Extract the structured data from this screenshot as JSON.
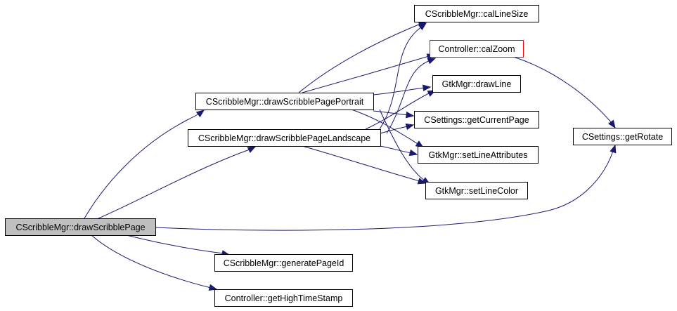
{
  "diagram": {
    "type": "call-graph",
    "colors": {
      "edge": "#191970",
      "root_fill": "#bfbfbf",
      "highlight_border": "#ff0000"
    },
    "nodes": [
      {
        "id": "drawScribblePage",
        "label": "CScribbleMgr::drawScribblePage",
        "style": "root"
      },
      {
        "id": "drawScribblePagePortrait",
        "label": "CScribbleMgr::drawScribblePagePortrait",
        "style": "normal"
      },
      {
        "id": "drawScribblePageLandscape",
        "label": "CScribbleMgr::drawScribblePageLandscape",
        "style": "normal"
      },
      {
        "id": "calLineSize",
        "label": "CScribbleMgr::calLineSize",
        "style": "normal"
      },
      {
        "id": "calZoom",
        "label": "Controller::calZoom",
        "style": "red"
      },
      {
        "id": "drawLine",
        "label": "GtkMgr::drawLine",
        "style": "normal"
      },
      {
        "id": "getCurrentPage",
        "label": "CSettings::getCurrentPage",
        "style": "normal"
      },
      {
        "id": "setLineAttributes",
        "label": "GtkMgr::setLineAttributes",
        "style": "normal"
      },
      {
        "id": "setLineColor",
        "label": "GtkMgr::setLineColor",
        "style": "normal"
      },
      {
        "id": "getRotate",
        "label": "CSettings::getRotate",
        "style": "normal"
      },
      {
        "id": "generatePageId",
        "label": "CScribbleMgr::generatePageId",
        "style": "normal"
      },
      {
        "id": "getHighTimeStamp",
        "label": "Controller::getHighTimeStamp",
        "style": "normal"
      }
    ],
    "edges": [
      {
        "from": "drawScribblePage",
        "to": "drawScribblePagePortrait"
      },
      {
        "from": "drawScribblePage",
        "to": "drawScribblePageLandscape"
      },
      {
        "from": "drawScribblePage",
        "to": "getRotate"
      },
      {
        "from": "drawScribblePage",
        "to": "generatePageId"
      },
      {
        "from": "drawScribblePage",
        "to": "getHighTimeStamp"
      },
      {
        "from": "drawScribblePagePortrait",
        "to": "calLineSize"
      },
      {
        "from": "drawScribblePagePortrait",
        "to": "calZoom"
      },
      {
        "from": "drawScribblePagePortrait",
        "to": "drawLine"
      },
      {
        "from": "drawScribblePagePortrait",
        "to": "getCurrentPage"
      },
      {
        "from": "drawScribblePagePortrait",
        "to": "setLineAttributes"
      },
      {
        "from": "drawScribblePagePortrait",
        "to": "setLineColor"
      },
      {
        "from": "drawScribblePageLandscape",
        "to": "calLineSize"
      },
      {
        "from": "drawScribblePageLandscape",
        "to": "calZoom"
      },
      {
        "from": "drawScribblePageLandscape",
        "to": "drawLine"
      },
      {
        "from": "drawScribblePageLandscape",
        "to": "getCurrentPage"
      },
      {
        "from": "drawScribblePageLandscape",
        "to": "setLineAttributes"
      },
      {
        "from": "drawScribblePageLandscape",
        "to": "setLineColor"
      },
      {
        "from": "calZoom",
        "to": "getRotate"
      }
    ]
  }
}
